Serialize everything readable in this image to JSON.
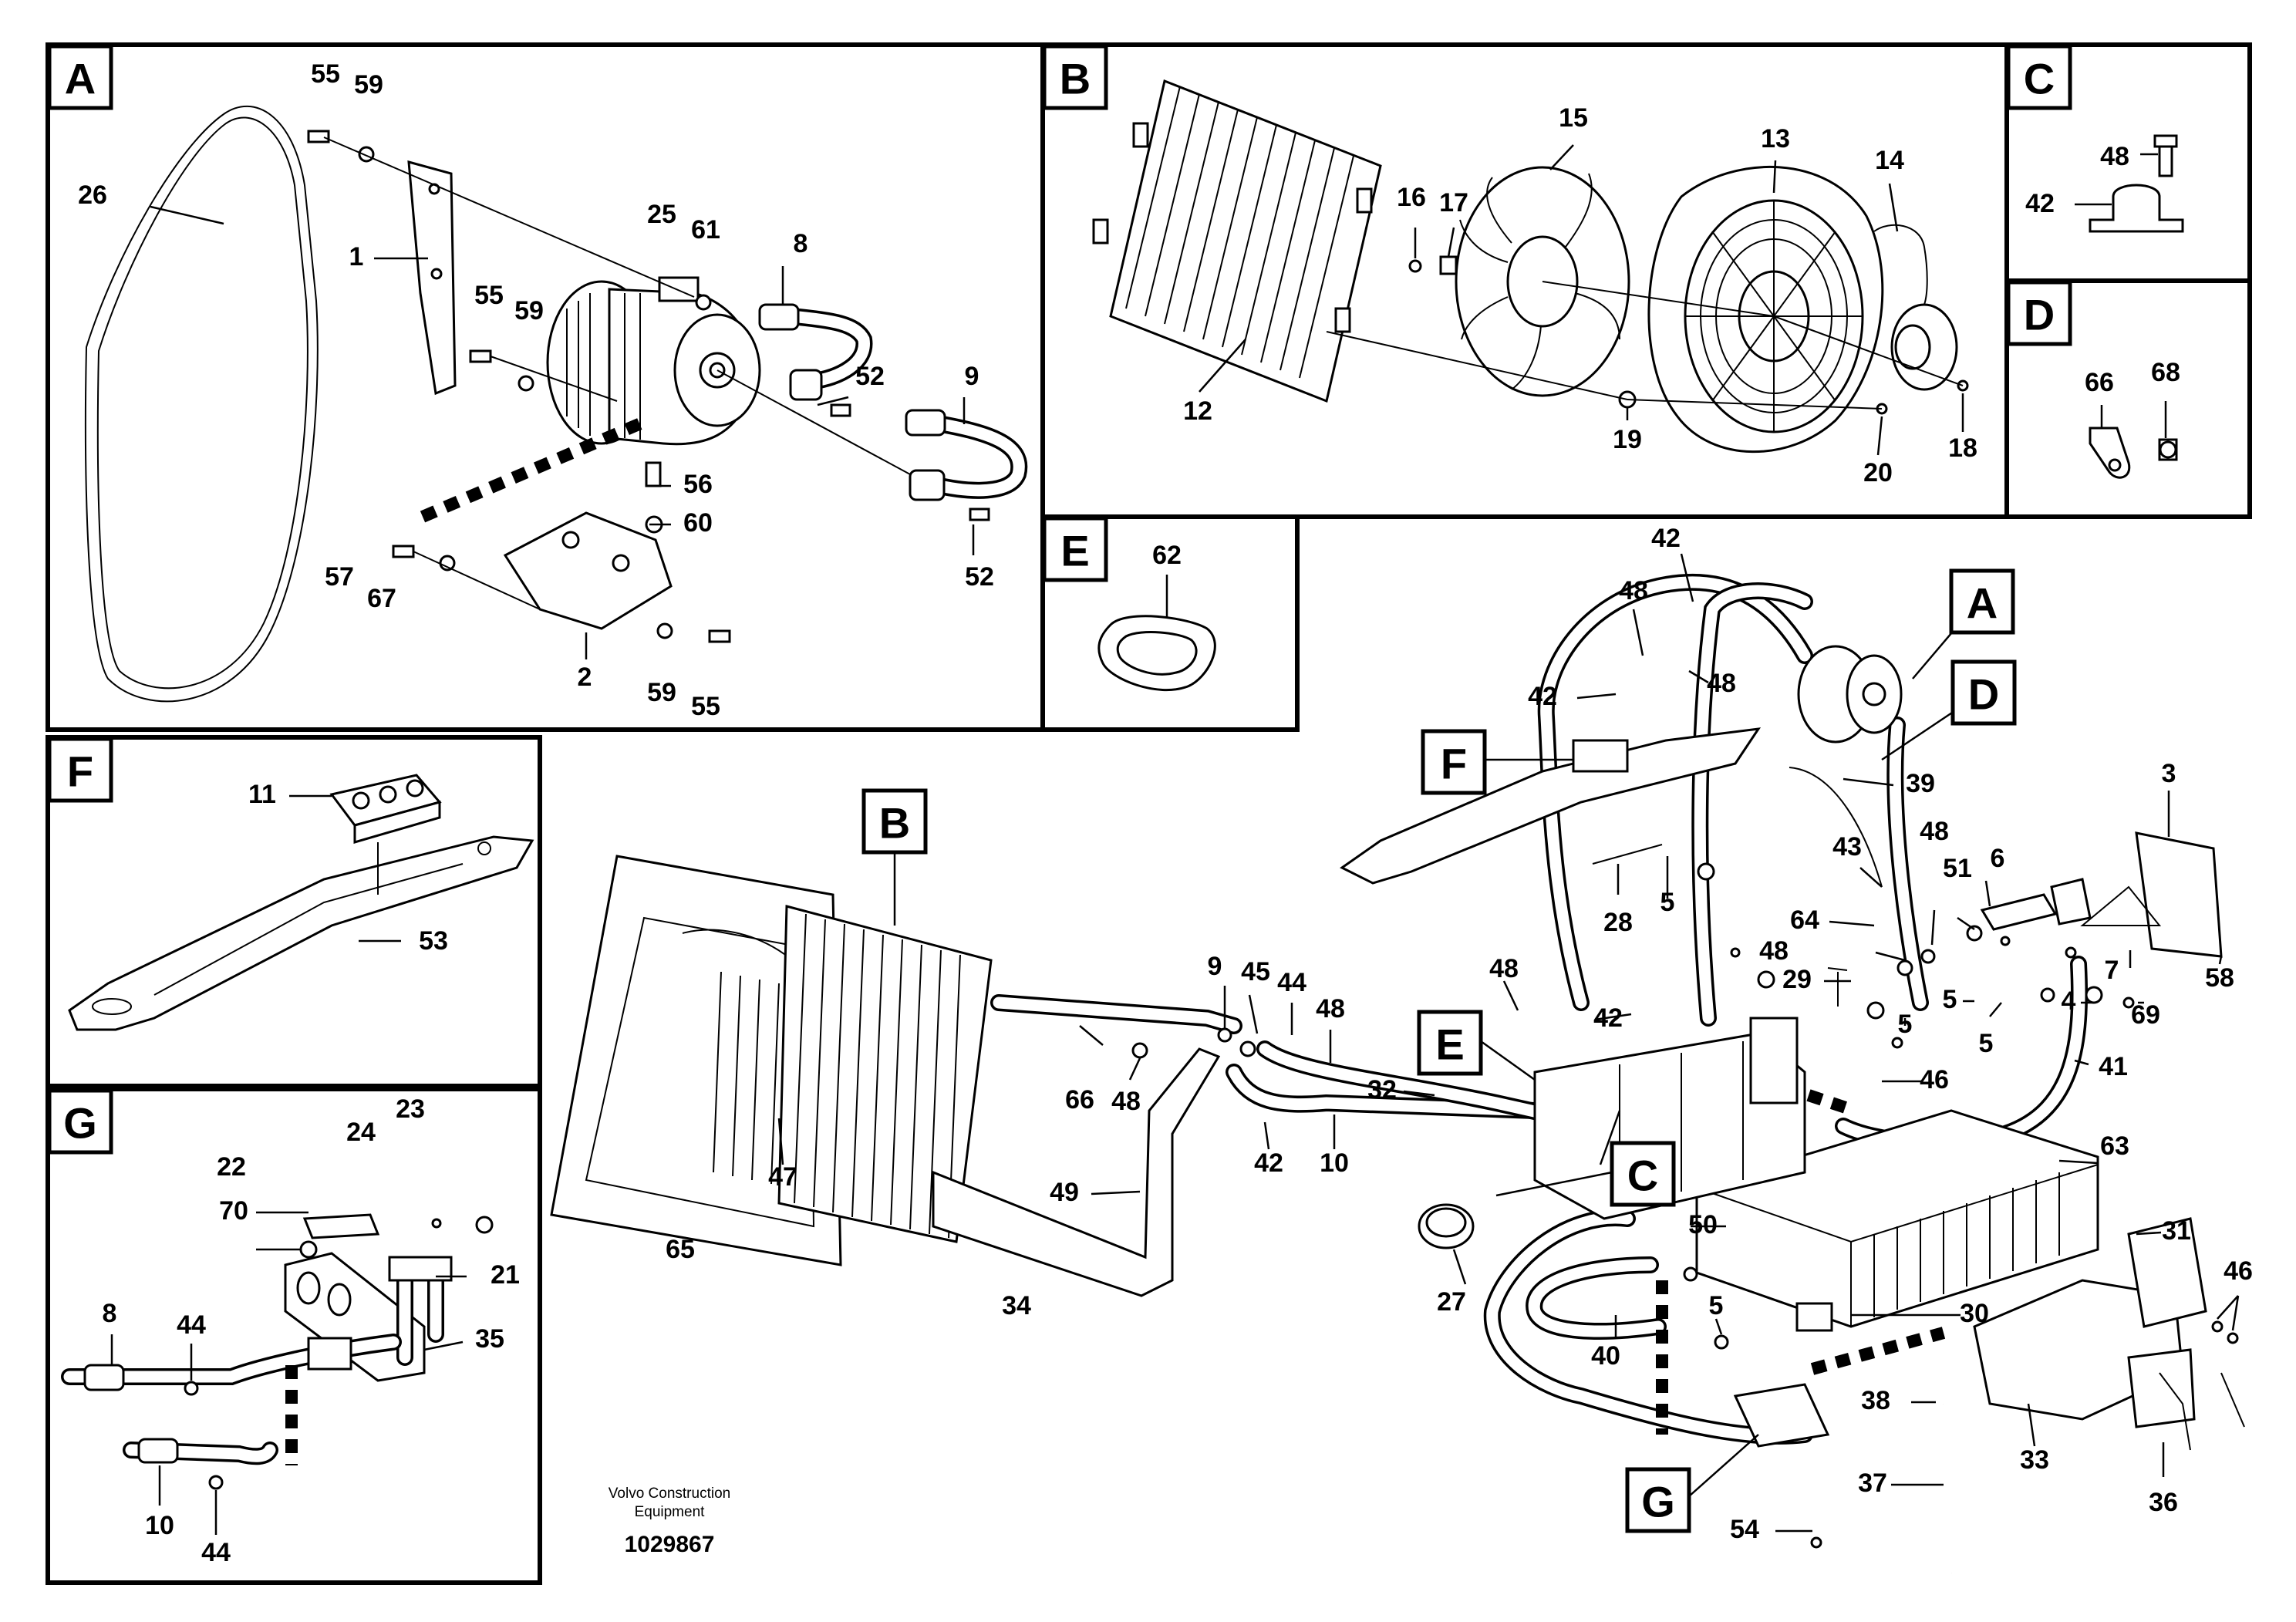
{
  "sections": {
    "A": "A",
    "B": "B",
    "C": "C",
    "D": "D",
    "E": "E",
    "F": "F",
    "G": "G"
  },
  "callouts": {
    "main": {
      "A": "A",
      "B": "B",
      "C": "C",
      "D": "D",
      "E": "E",
      "F": "F",
      "G": "G"
    }
  },
  "labels": {
    "A": [
      "55",
      "59",
      "26",
      "1",
      "25",
      "61",
      "8",
      "55",
      "59",
      "52",
      "9",
      "56",
      "60",
      "57",
      "67",
      "2",
      "59",
      "55",
      "52"
    ],
    "B": [
      "15",
      "13",
      "14",
      "16",
      "17",
      "12",
      "19",
      "20",
      "18"
    ],
    "C": [
      "48",
      "42"
    ],
    "D": [
      "66",
      "68"
    ],
    "E": [
      "62"
    ],
    "F": [
      "11",
      "53"
    ],
    "G": [
      "23",
      "24",
      "22",
      "70",
      "21",
      "8",
      "44",
      "35",
      "10",
      "44"
    ],
    "main": [
      "42",
      "48",
      "48",
      "42",
      "39",
      "28",
      "5",
      "43",
      "48",
      "51",
      "6",
      "3",
      "64",
      "48",
      "29",
      "5",
      "7",
      "58",
      "48",
      "42",
      "5",
      "4",
      "69",
      "5",
      "9",
      "45",
      "44",
      "48",
      "66",
      "48",
      "32",
      "46",
      "41",
      "47",
      "42",
      "10",
      "49",
      "63",
      "27",
      "50",
      "31",
      "65",
      "34",
      "5",
      "30",
      "40",
      "38",
      "46",
      "33",
      "37",
      "36",
      "54"
    ]
  },
  "footer": {
    "brand_line1": "Volvo Construction",
    "brand_line2": "Equipment",
    "doc_number": "1029867"
  }
}
